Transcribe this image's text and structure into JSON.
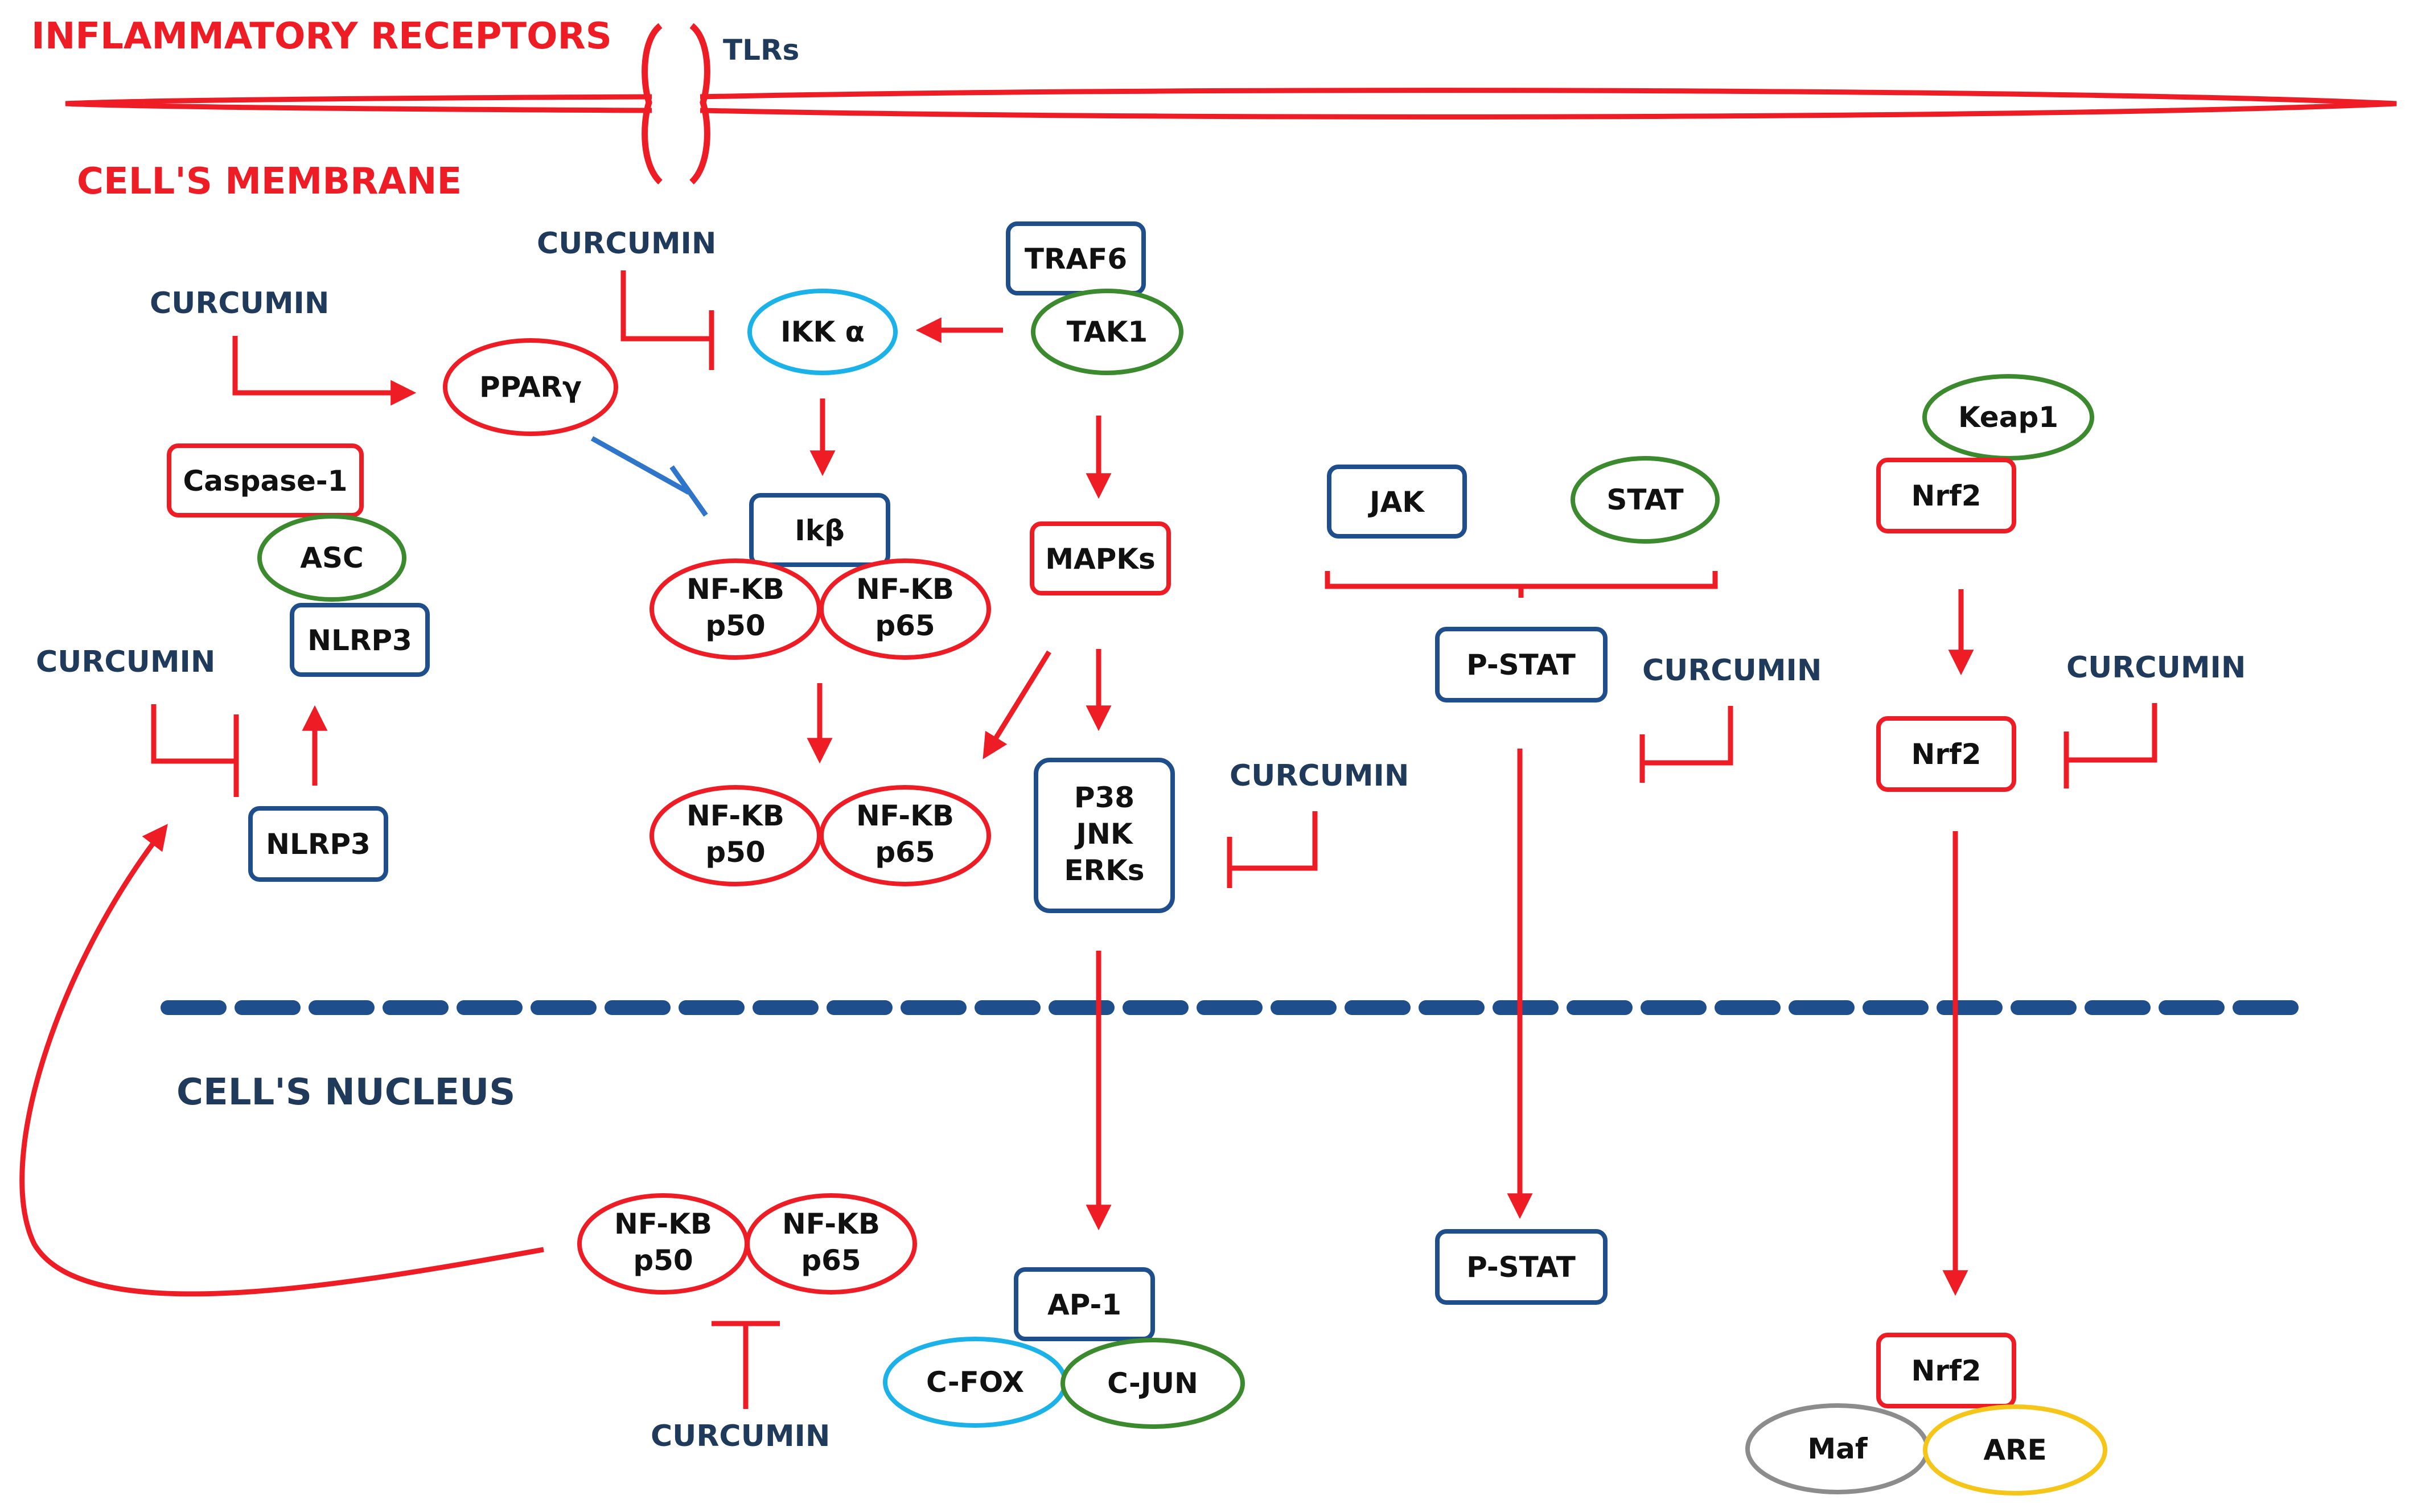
{
  "regions": {
    "receptors": "INFLAMMATORY RECEPTORS",
    "membrane": "CELL'S MEMBRANE",
    "nucleus": "CELL'S NUCLEUS",
    "tlrs": "TLRs"
  },
  "curcumin": "CURCUMIN",
  "nodes": {
    "traf6": "TRAF6",
    "tak1": "TAK1",
    "ikk": "IKK α",
    "ppar": "PPARγ",
    "caspase1": "Caspase-1",
    "asc": "ASC",
    "nlrp3_upper": "NLRP3",
    "nlrp3_lower": "NLRP3",
    "ikb": "Ikβ",
    "nfkb_p50_a": [
      "NF-KB",
      "p50"
    ],
    "nfkb_p65_a": [
      "NF-KB",
      "p65"
    ],
    "nfkb_p50_b": [
      "NF-KB",
      "p50"
    ],
    "nfkb_p65_b": [
      "NF-KB",
      "p65"
    ],
    "nfkb_p50_c": [
      "NF-KB",
      "p50"
    ],
    "nfkb_p65_c": [
      "NF-KB",
      "p65"
    ],
    "mapks": "MAPKs",
    "p38_group": [
      "P38",
      "JNK",
      "ERKs"
    ],
    "ap1": "AP-1",
    "cfox": "C-FOX",
    "cjun": "C-JUN",
    "jak": "JAK",
    "stat": "STAT",
    "pstat_upper": "P-STAT",
    "pstat_lower": "P-STAT",
    "keap1": "Keap1",
    "nrf2_top": "Nrf2",
    "nrf2_mid": "Nrf2",
    "nrf2_bottom": "Nrf2",
    "maf": "Maf",
    "are": "ARE"
  },
  "colors": {
    "red": "#ee1c25",
    "navy": "#1f4e8c",
    "green": "#3b8a2e",
    "cyan": "#1ab2e8",
    "gray": "#8c8c8c",
    "gold": "#f5c518",
    "blue_inhibit": "#2f75c9",
    "label_dark": "#1f3a5a"
  }
}
